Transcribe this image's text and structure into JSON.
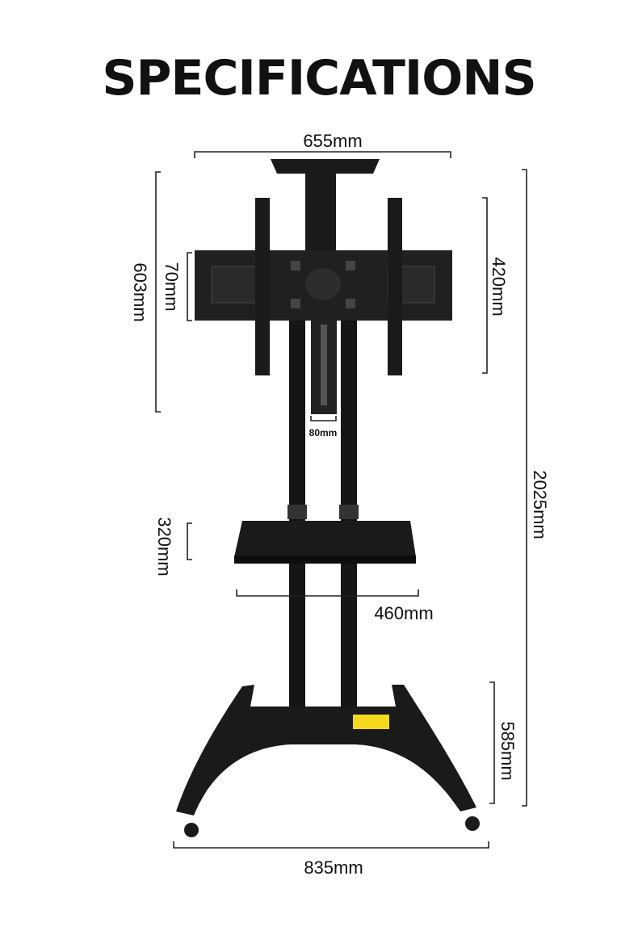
{
  "title": "SPECIFICATIONS",
  "dimensions": {
    "top_shelf_width": "655mm",
    "mount_height": "603mm",
    "plate_height": "70mm",
    "arm_height": "420mm",
    "bracket_width": "80mm",
    "total_height": "2025mm",
    "shelf_depth": "320mm",
    "shelf_width": "460mm",
    "base_height": "585mm",
    "base_width": "835mm"
  }
}
